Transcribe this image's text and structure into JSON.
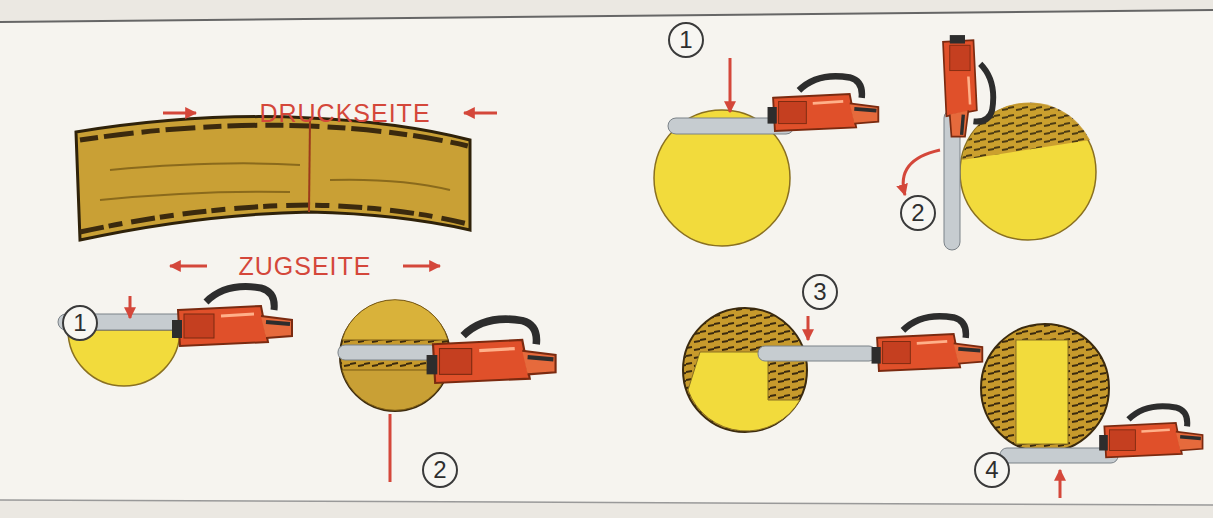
{
  "diagram": {
    "nodes": [
      {
        "text": [
          "1"
        ]
      },
      {
        "text": [
          "2"
        ]
      },
      {
        "text": [
          "1"
        ]
      },
      {
        "text": [
          "2"
        ]
      },
      {
        "text": [
          "3"
        ]
      },
      {
        "text": [
          "4"
        ]
      }
    ],
    "labels": [
      "DRUCKSEITE",
      "ZUGSEITE"
    ]
  }
}
